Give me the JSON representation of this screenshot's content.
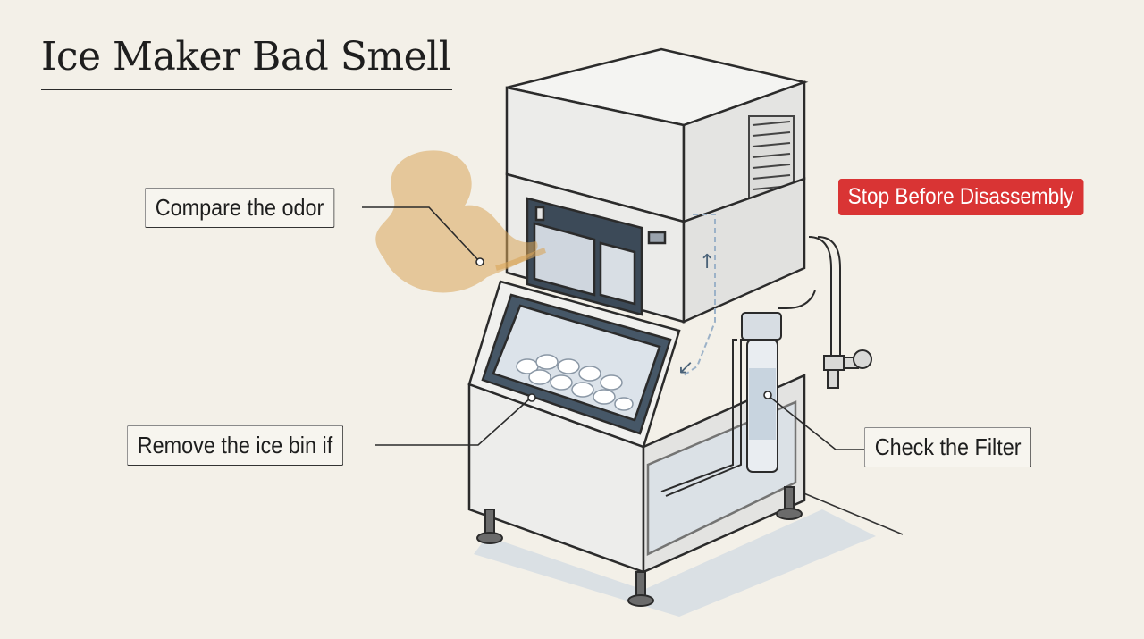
{
  "title": "Ice Maker Bad Smell",
  "callouts": {
    "compare_odor": "Compare the odor",
    "remove_ice_bin": "Remove the ice bin if",
    "check_filter": "Check the Filter"
  },
  "warning": {
    "label": "Stop Before Disassembly",
    "color": "#d93434"
  },
  "colors": {
    "background": "#f3f0e8",
    "odor": "#d9a55a",
    "shadow": "#c9d2dc"
  }
}
